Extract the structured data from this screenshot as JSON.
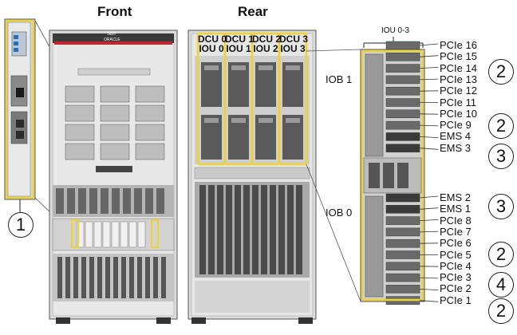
{
  "headings": {
    "front": "Front",
    "rear": "Rear"
  },
  "brand": {
    "sun": "Sun",
    "oracle": "ORACLE"
  },
  "dcu_iou": [
    {
      "dcu": "DCU 0",
      "iou": "IOU 0"
    },
    {
      "dcu": "DCU 1",
      "iou": "IOU 1"
    },
    {
      "dcu": "DCU 2",
      "iou": "IOU 2"
    },
    {
      "dcu": "DCU 3",
      "iou": "IOU 3"
    }
  ],
  "iou_range": "IOU 0-3",
  "iob": {
    "top": "IOB 1",
    "bottom": "IOB 0"
  },
  "slots_top": [
    "PCIe 16",
    "PCIe 15",
    "PCIe 14",
    "PCIe 13",
    "PCIe 12",
    "PCIe 11",
    "PCIe 10",
    "PCIe 9",
    "EMS 4",
    "EMS 3"
  ],
  "slots_bottom": [
    "EMS 2",
    "EMS 1",
    "PCIe 8",
    "PCIe 7",
    "PCIe 6",
    "PCIe 5",
    "PCIe 4",
    "PCIe 3",
    "PCIe 2",
    "PCIe 1"
  ],
  "callouts": {
    "front": "1",
    "pcie_a": "2",
    "pcie_b": "2",
    "ems_a": "3",
    "ems_b": "3",
    "pcie_c": "2",
    "pcie_d": "4",
    "pcie_e": "2"
  },
  "colors": {
    "highlight": "#f2d230",
    "chassis": "#c8c8c8",
    "dark": "#3a3a3a",
    "red_bar": "#c2272d"
  }
}
